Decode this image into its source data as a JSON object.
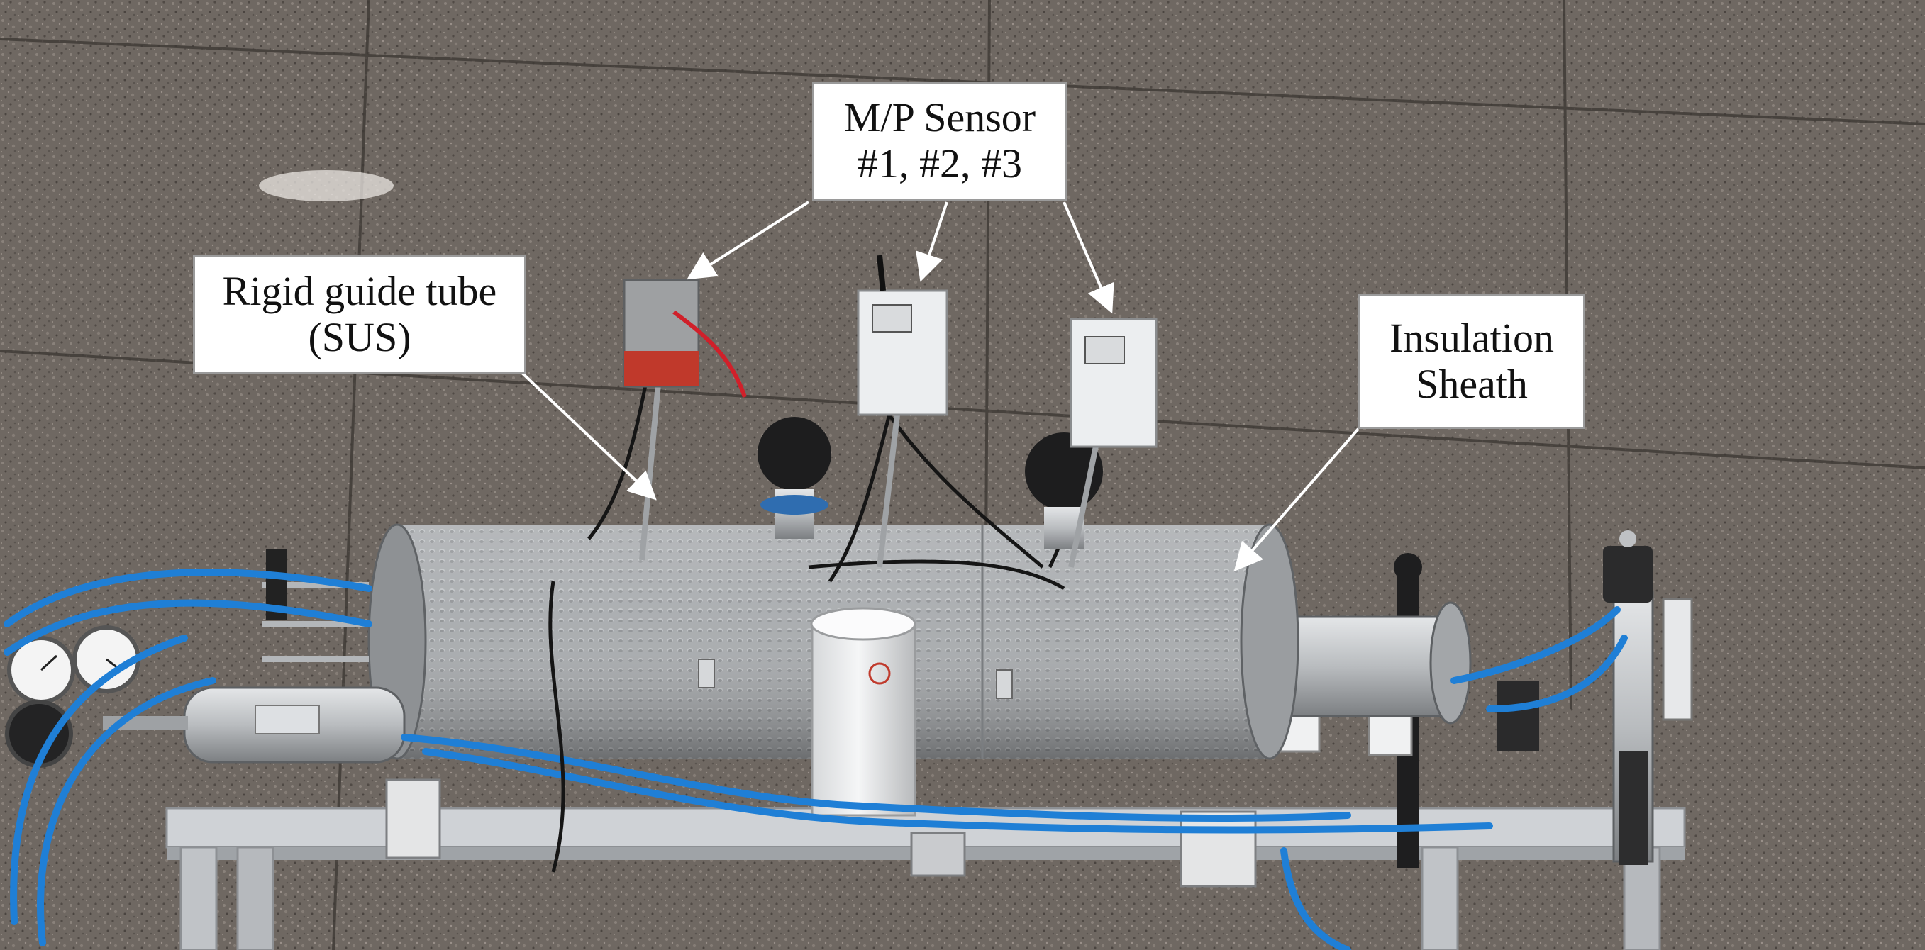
{
  "labels": {
    "mp_sensor": {
      "line1": "M/P Sensor",
      "line2": "#1, #2, #3"
    },
    "guide_tube": {
      "line1": "Rigid guide tube",
      "line2": "(SUS)"
    },
    "insulation": {
      "line1": "Insulation",
      "line2": "Sheath"
    }
  },
  "colors": {
    "wall": "#6f6862",
    "cylinder": "#a9acaf",
    "hose": "#1f7fd6",
    "frame": "#c9ccd0",
    "sensor_box": "#eceef0",
    "callout_border": "#9a9a9a"
  }
}
